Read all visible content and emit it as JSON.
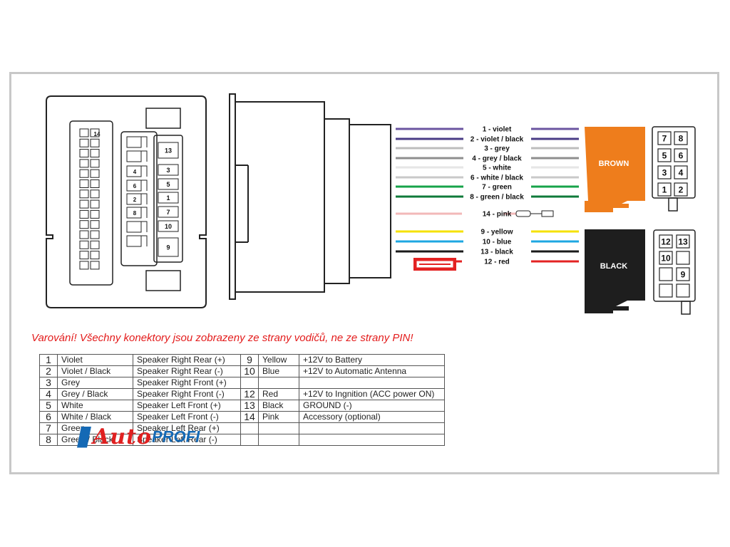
{
  "connector": {
    "left_pin_label": "14",
    "mid_pin_labels": [
      "4",
      "6",
      "2",
      "8"
    ],
    "right_pin_labels": [
      "13",
      "3",
      "5",
      "1",
      "7",
      "10",
      "9"
    ]
  },
  "wires": [
    {
      "label": "1 - violet",
      "color": "#6b55a0"
    },
    {
      "label": "2 - violet / black",
      "color": "#4a3c86"
    },
    {
      "label": "3 - grey",
      "color": "#bdbdbd"
    },
    {
      "label": "4 - grey / black",
      "color": "#8e8e8e"
    },
    {
      "label": "5 - white",
      "color": "#e6e6e6"
    },
    {
      "label": "6 - white / black",
      "color": "#c9c9c9"
    },
    {
      "label": "7 - green",
      "color": "#17a34a"
    },
    {
      "label": "8 - green / black",
      "color": "#0f7a3a"
    },
    {
      "label": "14 - pink",
      "color": "#f2b8b8"
    },
    {
      "label": "9 - yellow",
      "color": "#f5e100"
    },
    {
      "label": "10 - blue",
      "color": "#1ea7e1"
    },
    {
      "label": "13 - black",
      "color": "#1a1a1a"
    },
    {
      "label": "12 - red",
      "color": "#e32222"
    }
  ],
  "plugs": {
    "brown": {
      "label": "BROWN",
      "color": "#ee7d1c"
    },
    "black": {
      "label": "BLACK",
      "color": "#1e1e1e"
    }
  },
  "brown_pins": [
    "7",
    "8",
    "5",
    "6",
    "3",
    "4",
    "1",
    "2"
  ],
  "black_pins": [
    "12",
    "13",
    "10",
    "",
    "",
    "9",
    "",
    ""
  ],
  "warning": "Varování! Všechny konektory jsou zobrazeny ze strany vodičů, ne ze strany PIN!",
  "table": [
    [
      "1",
      "Violet",
      "Speaker Right Rear (+)",
      "9",
      "Yellow",
      "+12V to Battery"
    ],
    [
      "2",
      "Violet / Black",
      "Speaker Right Rear (-)",
      "10",
      "Blue",
      "+12V to Automatic Antenna"
    ],
    [
      "3",
      "Grey",
      "Speaker Right Front (+)",
      "",
      "",
      ""
    ],
    [
      "4",
      "Grey / Black",
      "Speaker Right Front (-)",
      "12",
      "Red",
      "+12V to Ingnition (ACC power ON)"
    ],
    [
      "5",
      "White",
      "Speaker Left Front (+)",
      "13",
      "Black",
      "GROUND (-)"
    ],
    [
      "6",
      "White / Black",
      "Speaker Left Front (-)",
      "14",
      "Pink",
      "Accessory (optional)"
    ],
    [
      "7",
      "Green",
      "Speaker Left Rear (+)",
      "",
      "",
      ""
    ],
    [
      "8",
      "Green / Black",
      "Speaker Left Rear (-)",
      "",
      "",
      ""
    ]
  ],
  "logo": {
    "auto": "Auto",
    "profi": "PROFI"
  }
}
